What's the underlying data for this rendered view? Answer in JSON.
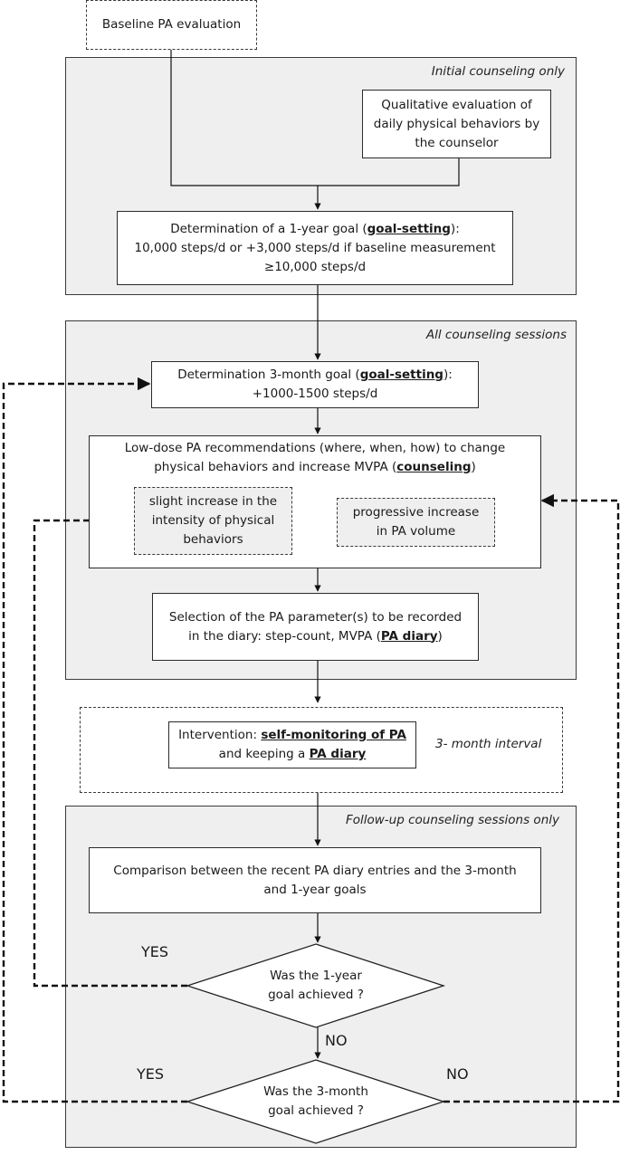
{
  "baseline": "Baseline PA evaluation",
  "panels": {
    "initial": "Initial counseling only",
    "all": "All counseling sessions",
    "followup": "Follow-up counseling sessions only"
  },
  "qualitative": {
    "l1": "Qualitative evaluation of",
    "l2": "daily physical behaviors by",
    "l3": "the counselor"
  },
  "one_year_goal": {
    "pre": "Determination of a 1-year goal (",
    "emph": "goal-setting",
    "post": "):",
    "l2": "10,000 steps/d or +3,000 steps/d if baseline measurement",
    "l3": "≥10,000 steps/d"
  },
  "three_month_goal": {
    "pre": "Determination 3-month goal (",
    "emph": "goal-setting",
    "post": "):",
    "l2": "+1000-1500 steps/d"
  },
  "recommendations": {
    "l1": "Low-dose PA recommendations (where, when, how) to change",
    "l2_pre": "physical behaviors and increase MVPA (",
    "l2_emph": "counseling",
    "l2_post": ")",
    "sub1": {
      "l1": "slight increase in the",
      "l2": "intensity of physical",
      "l3": "behaviors"
    },
    "sub2": {
      "l1": "progressive increase",
      "l2": "in PA volume"
    }
  },
  "selection": {
    "l1": "Selection of the PA parameter(s) to be recorded",
    "l2_pre": "in the diary: step-count, MVPA (",
    "l2_emph": "PA diary",
    "l2_post": ")"
  },
  "intervention": {
    "l1_pre": "Intervention: ",
    "l1_emph": "self-monitoring of PA",
    "l2_pre": "and keeping a ",
    "l2_emph": "PA diary",
    "interval": "3- month interval"
  },
  "comparison": {
    "l1": "Comparison between the recent PA diary entries and the 3-month",
    "l2": "and 1-year goals"
  },
  "decision1": {
    "l1": "Was the 1-year",
    "l2": "goal achieved ?"
  },
  "decision2": {
    "l1": "Was the 3-month",
    "l2": "goal achieved ?"
  },
  "labels": {
    "yes": "YES",
    "no": "NO"
  }
}
